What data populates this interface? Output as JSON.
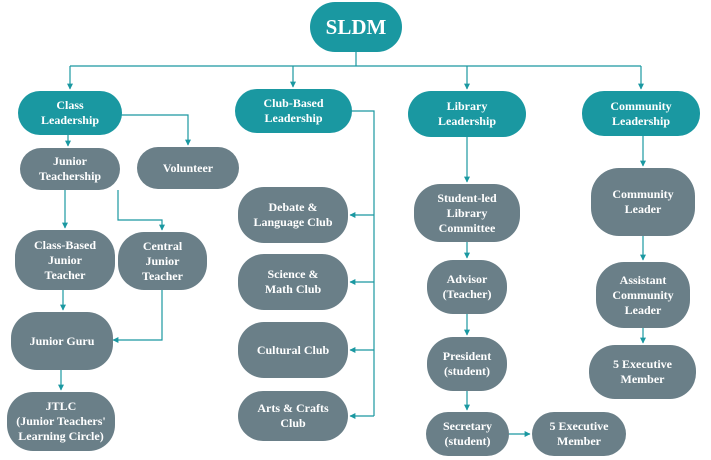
{
  "colors": {
    "category": "#1a98a1",
    "item": "#6a7f88",
    "connector": "#1a98a1"
  },
  "root": "SLDM",
  "class_leadership": {
    "title": "Class\nLeadership",
    "junior_teachership": "Junior\nTeachership",
    "volunteer": "Volunteer",
    "class_based_junior_teacher": "Class-Based\nJunior\nTeacher",
    "central_junior_teacher": "Central\nJunior\nTeacher",
    "junior_guru": "Junior Guru",
    "jtlc": "JTLC\n(Junior Teachers'\nLearning Circle)"
  },
  "club_based_leadership": {
    "title": "Club-Based\nLeadership",
    "debate_language_club": "Debate &\nLanguage Club",
    "science_math_club": "Science &\nMath Club",
    "cultural_club": "Cultural Club",
    "arts_crafts_club": "Arts & Crafts\nClub"
  },
  "library_leadership": {
    "title": "Library\nLeadership",
    "committee": "Student-led\nLibrary\nCommittee",
    "advisor": "Advisor\n(Teacher)",
    "president": "President\n(student)",
    "secretary": "Secretary\n(student)",
    "executive_member": "5  Executive\nMember"
  },
  "community_leadership": {
    "title": "Community\nLeadership",
    "community_leader": "Community\nLeader",
    "assistant_community_leader": "Assistant\nCommunity\nLeader",
    "executive_member": "5  Executive\nMember"
  }
}
